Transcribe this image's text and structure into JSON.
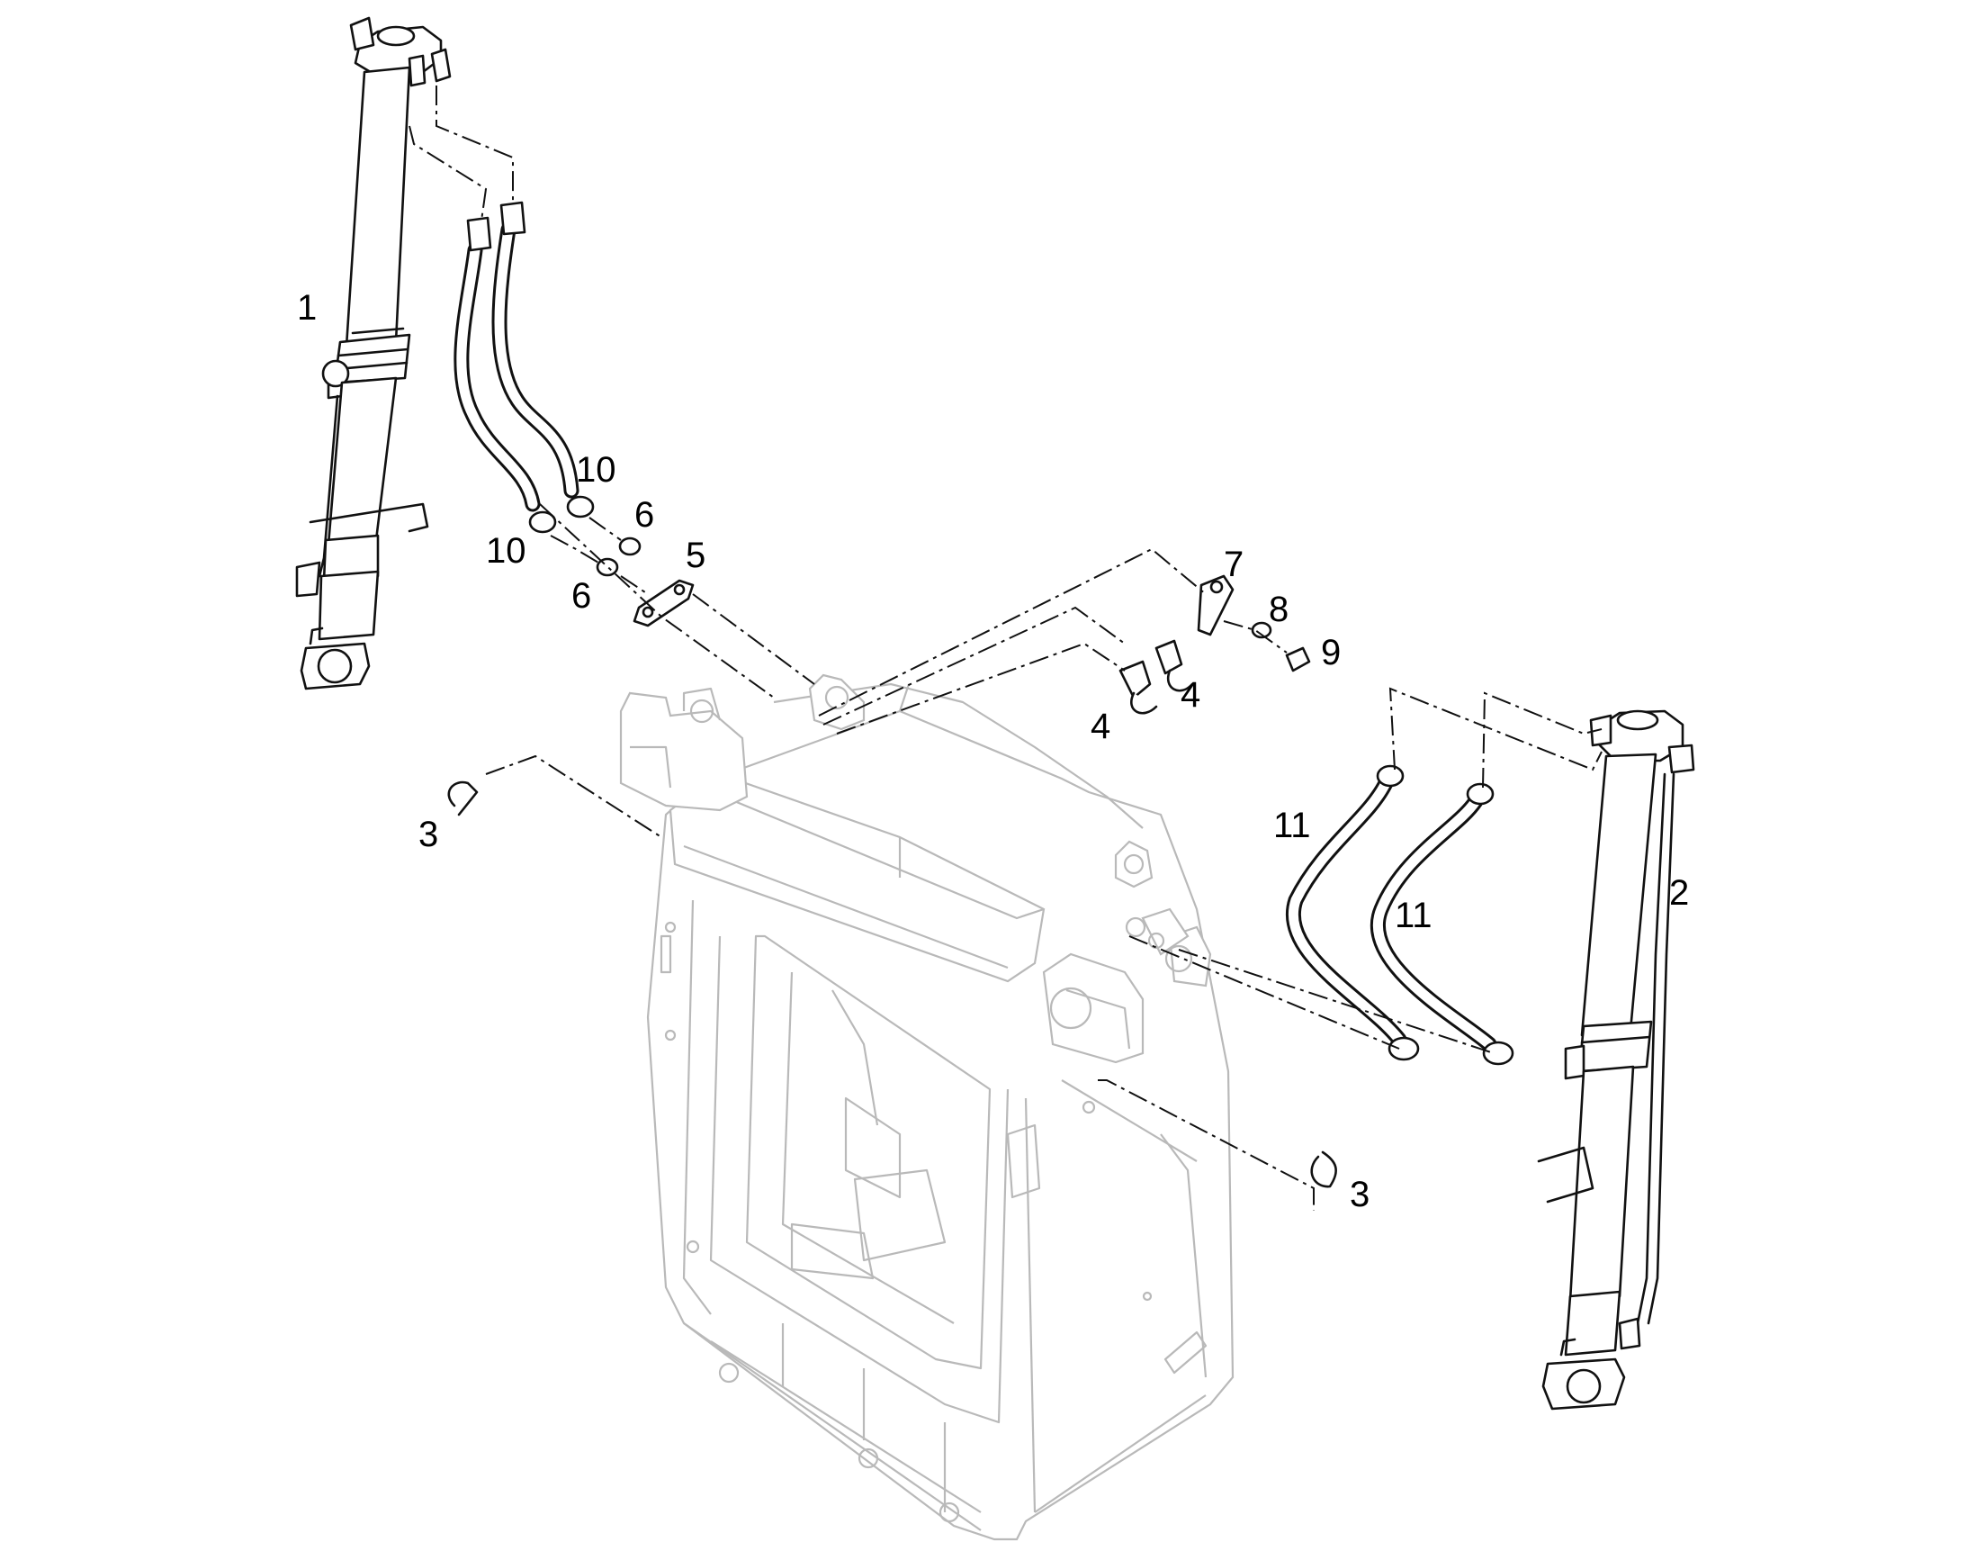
{
  "callouts": [
    {
      "id": "1",
      "label": "1"
    },
    {
      "id": "2",
      "label": "2"
    },
    {
      "id": "3a",
      "label": "3"
    },
    {
      "id": "3b",
      "label": "3"
    },
    {
      "id": "4a",
      "label": "4"
    },
    {
      "id": "4b",
      "label": "4"
    },
    {
      "id": "5",
      "label": "5"
    },
    {
      "id": "6a",
      "label": "6"
    },
    {
      "id": "6b",
      "label": "6"
    },
    {
      "id": "7",
      "label": "7"
    },
    {
      "id": "8",
      "label": "8"
    },
    {
      "id": "9",
      "label": "9"
    },
    {
      "id": "10a",
      "label": "10"
    },
    {
      "id": "10b",
      "label": "10"
    },
    {
      "id": "11a",
      "label": "11"
    },
    {
      "id": "11b",
      "label": "11"
    }
  ]
}
